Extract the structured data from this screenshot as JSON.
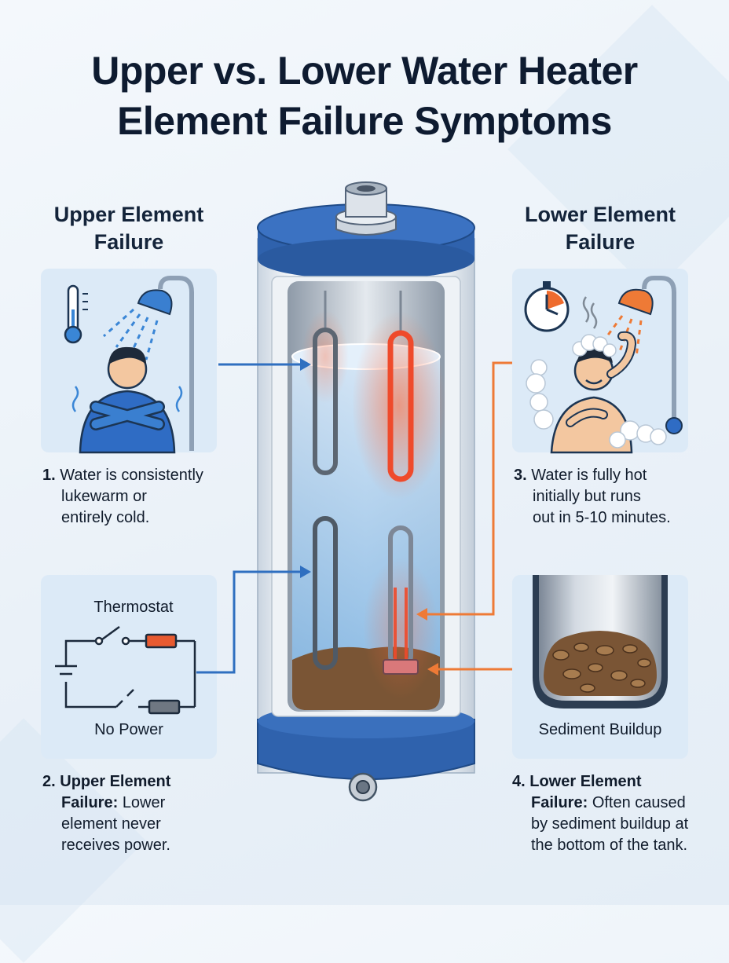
{
  "title": {
    "line1": "Upper vs. Lower Water Heater",
    "line2": "Element Failure Symptoms"
  },
  "upper": {
    "heading_line1": "Upper Element",
    "heading_line2": "Failure",
    "symptom": {
      "number": "1.",
      "line1": "Water is consistently",
      "line2": "lukewarm or",
      "line3": "entirely cold."
    },
    "circuit": {
      "label_top": "Thermostat",
      "label_bottom": "No Power"
    },
    "cause": {
      "number": "2.",
      "bold1": "Upper Element",
      "bold2": "Failure:",
      "text2": "Lower",
      "line3": "element never",
      "line4": "receives power."
    }
  },
  "lower": {
    "heading_line1": "Lower Element",
    "heading_line2": "Failure",
    "symptom": {
      "number": "3.",
      "line1": "Water is fully hot",
      "line2": "initially but runs",
      "line3": "out in 5-10 minutes."
    },
    "sediment_label": "Sediment Buildup",
    "cause": {
      "number": "4.",
      "bold1": "Lower Element",
      "bold2": "Failure:",
      "text2": "Often caused",
      "line3": "by sediment buildup at",
      "line4": "the bottom of the tank."
    }
  },
  "colors": {
    "tank_blue": "#2f62ad",
    "arrow_blue": "#2f6fc0",
    "arrow_orange": "#ee7a36",
    "hot_element": "#ef4a2b",
    "panel_bg": "#dceaf7"
  }
}
